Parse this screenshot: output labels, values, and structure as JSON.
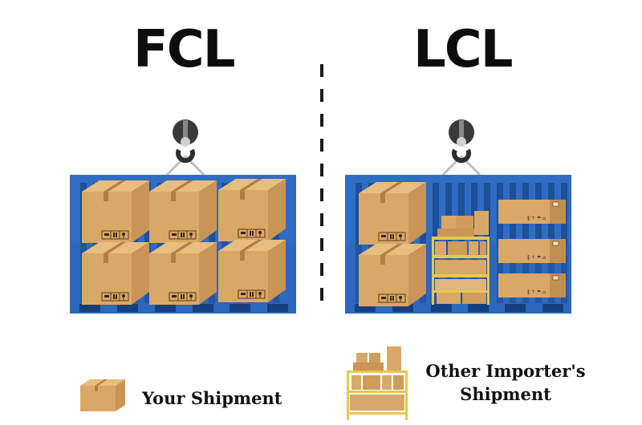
{
  "headings": {
    "left": "FCL",
    "right": "LCL"
  },
  "colors": {
    "container_blue": "#2f6cc4",
    "container_stripe": "#1f4f98",
    "container_base": "#173f7e",
    "box_front": "#d9a867",
    "box_top": "#e8bd80",
    "box_side": "#c99455",
    "box_tape": "#b47d42",
    "shelf_yellow": "#e6c94a",
    "hook_dark": "#3a3a3a",
    "hook_light": "#bdbdbd",
    "text_dark": "#111111"
  },
  "fcl_panel": {
    "label": "FCL",
    "description": "Full container load: container filled entirely with your shipment boxes",
    "box_count": 6
  },
  "lcl_panel": {
    "label": "LCL",
    "description": "Less than container load: your boxes share the container with other importers' shipments",
    "your_box_count": 2,
    "other_shipment_groups": [
      "shelf-rack",
      "flat-box-1",
      "flat-box-2",
      "flat-box-3"
    ]
  },
  "legend": {
    "your_shipment": "Your Shipment",
    "other_line1": "Other Importer's",
    "other_line2": "Shipment"
  }
}
